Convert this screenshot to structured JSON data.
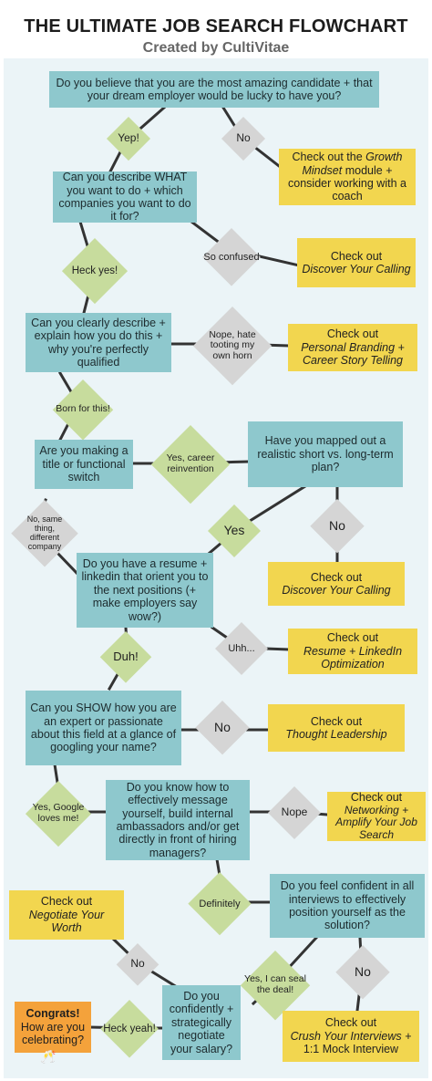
{
  "header": {
    "title": "THE  ULTIMATE JOB SEARCH FLOWCHART",
    "subtitle": "Created by CultiVitae"
  },
  "questions": {
    "q1": "Do you believe that you are the most amazing candidate + that your dream employer would be lucky to have you?",
    "q2": "Can you describe WHAT you want to do + which companies you want to do it for?",
    "q3": "Can you clearly describe + explain how you do this + why you're perfectly qualified",
    "q4": "Are you making a title or functional switch",
    "q5": "Have you mapped out a realistic short vs. long-term plan?",
    "q6": "Do you have a resume + linkedin that orient you to the next positions (+ make employers say wow?)",
    "q7": "Can you SHOW how you are an expert or passionate about this field at a glance of googling your name?",
    "q8": "Do you know how to effectively message yourself, build internal ambassadors and/or get directly in front of hiring managers?",
    "q9": "Do you feel confident in all interviews to effectively position yourself as the solution?",
    "q10": "Do you confidently + strategically negotiate your salary?"
  },
  "resources": {
    "r1_top": "Check out the",
    "r1_em": "Growth Mindset",
    "r1_rest": "module + consider working with a coach",
    "r2_top": "Check out",
    "r2_em": "Discover Your Calling",
    "r3_top": "Check out",
    "r3_em": "Personal Branding + Career Story Telling",
    "r4_top": "Check out",
    "r4_em": "Discover Your Calling",
    "r5_top": "Check out",
    "r5_em": "Resume + LinkedIn Optimization",
    "r6_top": "Check out",
    "r6_em": "Thought Leadership",
    "r7_top": "Check out",
    "r7_em": "Networking + Amplify Your Job Search",
    "r8_top": "Check out",
    "r8_em": "Negotiate Your Worth",
    "r9_top": "Check out",
    "r9_em": "Crush Your Interviews +",
    "r9_rest": "1:1 Mock Interview"
  },
  "answers": {
    "a1_yes": "Yep!",
    "a1_no": "No",
    "a2_yes": "Heck yes!",
    "a2_no": "So confused",
    "a3_yes": "Born for this!",
    "a3_no": "Nope, hate tooting my own horn",
    "a4_yes": "Yes, career reinvention",
    "a4_no": "No, same thing, different company",
    "a5_yes": "Yes",
    "a5_no": "No",
    "a6_yes": "Duh!",
    "a6_no": "Uhh...",
    "a7_yes": "Yes, Google loves me!",
    "a7_no": "No",
    "a8_yes": "Definitely",
    "a8_no": "Nope",
    "a9_yes": "Yes, I can seal the deal!",
    "a9_no": "No",
    "a10_yes": "Heck yeah!",
    "a10_no": "No"
  },
  "congrats": {
    "title": "Congrats!",
    "text": "How are you celebrating?"
  },
  "colors": {
    "question": "#8ec8cd",
    "resource": "#f2d64f",
    "yes_diamond": "#c7dc9d",
    "no_diamond": "#d5d5d5",
    "congrats": "#f4a23b",
    "connector": "#333333",
    "panel": "#ebf4f7"
  },
  "icons": {
    "glasses": "champagne-glasses-icon"
  }
}
